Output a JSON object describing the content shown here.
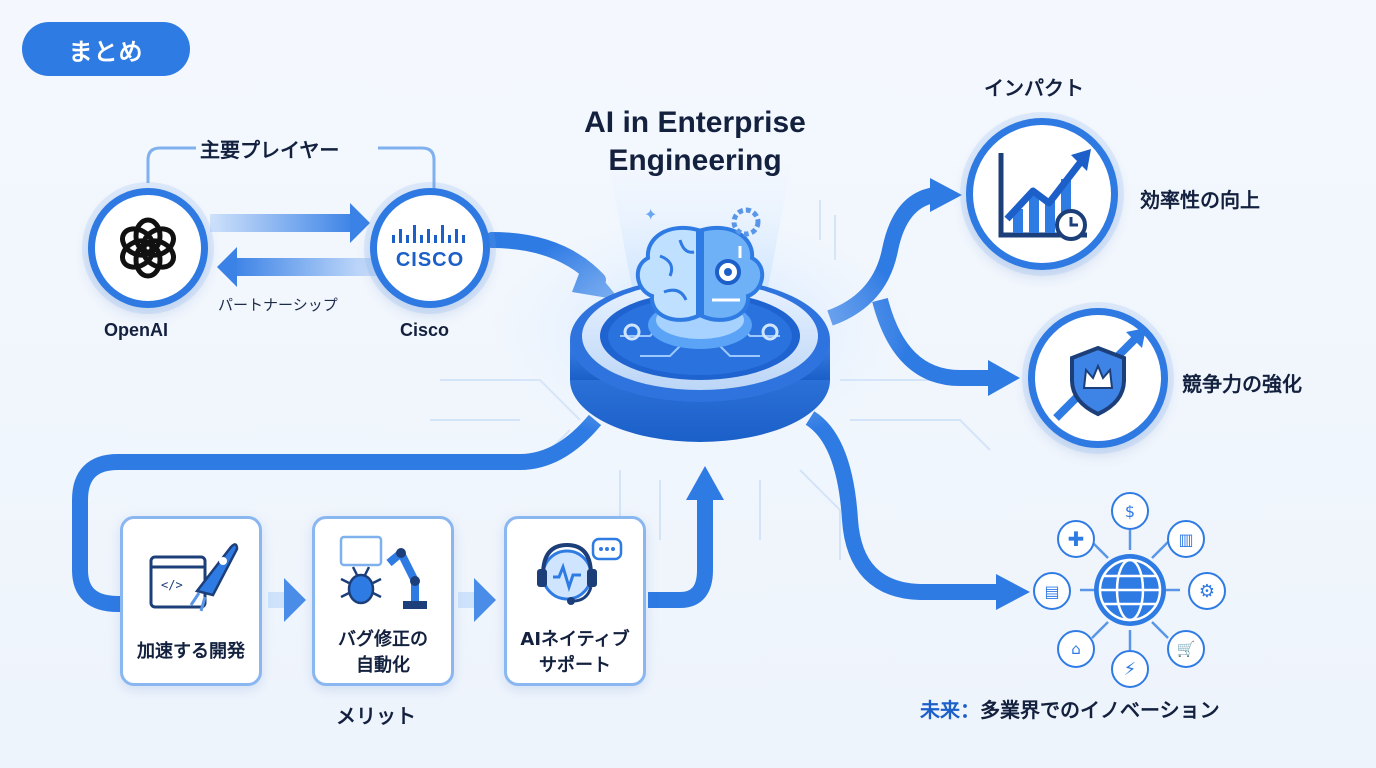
{
  "badge": "まとめ",
  "title": "AI in Enterprise Engineering",
  "players": {
    "heading": "主要プレイヤー",
    "left_name": "OpenAI",
    "right_name": "Cisco",
    "cisco_logo_text": "CISCO",
    "relation": "パートナーシップ"
  },
  "impact": {
    "heading": "インパクト",
    "item1": "効率性の向上",
    "item2": "競争力の強化"
  },
  "merits": {
    "heading": "メリット",
    "card1": "加速する開発",
    "card2_line1": "バグ修正の",
    "card2_line2": "自動化",
    "card3_line1": "AIネイティブ",
    "card3_line2": "サポート"
  },
  "future": {
    "label_prefix": "未来",
    "label_sep": "：",
    "label_rest": "多業界でのイノベーション"
  },
  "colors": {
    "primary": "#2f7be4",
    "dark_blue": "#1c5fc9",
    "light_blue": "#8ab7f0",
    "background": "#f1f6fd",
    "text": "#13213f"
  },
  "icons": [
    "openai-logo",
    "cisco-logo",
    "brain-chip-icon",
    "growth-chart-icon",
    "shield-crown-icon",
    "globe-icon",
    "rocket-code-icon",
    "bug-robot-arm-icon",
    "headset-chat-icon"
  ]
}
